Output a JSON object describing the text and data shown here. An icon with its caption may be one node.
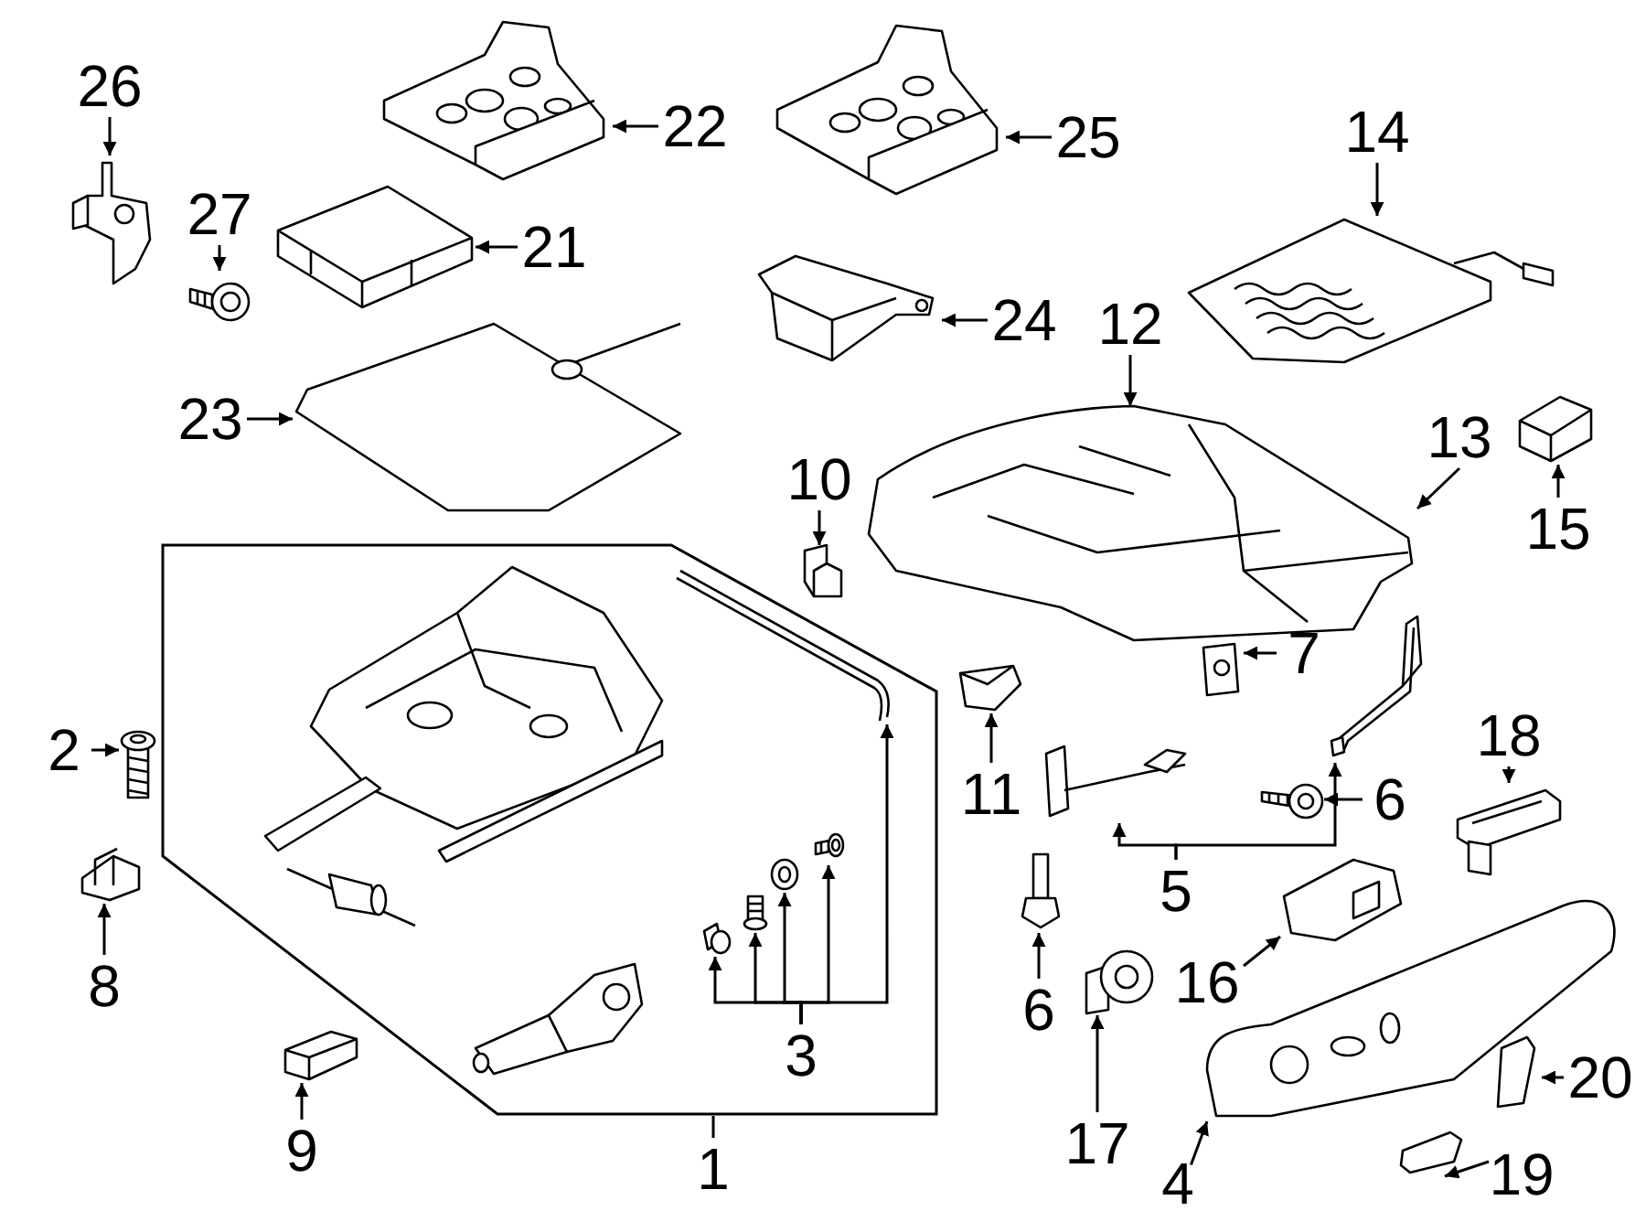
{
  "diagram": {
    "nodes": [
      {
        "text": [
          "26"
        ]
      },
      {
        "text": [],
        "shape": "picture"
      },
      {
        "text": [
          "27"
        ]
      },
      {
        "text": [],
        "shape": "picture"
      },
      {
        "text": [],
        "shape": "picture"
      },
      {
        "text": [
          "22"
        ]
      },
      {
        "text": [],
        "shape": "picture"
      },
      {
        "text": [
          "25"
        ]
      },
      {
        "text": [],
        "shape": "picture"
      },
      {
        "text": [
          "21"
        ]
      },
      {
        "text": [],
        "shape": "picture"
      },
      {
        "text": [
          "24"
        ]
      },
      {
        "text": [
          "23"
        ]
      },
      {
        "text": [],
        "shape": "picture"
      },
      {
        "text": [
          "14"
        ]
      },
      {
        "text": [],
        "shape": "picture"
      },
      {
        "text": [
          "12"
        ]
      },
      {
        "text": [
          "13"
        ]
      },
      {
        "text": [],
        "shape": "picture"
      },
      {
        "text": [
          "10"
        ]
      },
      {
        "text": [],
        "shape": "picture"
      },
      {
        "text": [],
        "shape": "picture"
      },
      {
        "text": [
          "15"
        ]
      },
      {
        "text": [],
        "shape": "box"
      },
      {
        "text": [],
        "shape": "picture",
        "in": 23
      },
      {
        "text": [],
        "shape": "picture",
        "in": 23
      },
      {
        "text": [],
        "shape": "picture",
        "in": 23
      },
      {
        "text": [],
        "shape": "picture",
        "in": 23
      },
      {
        "text": [],
        "shape": "picture",
        "in": 23
      },
      {
        "text": [],
        "shape": "picture",
        "in": 23
      },
      {
        "text": [],
        "shape": "picture",
        "in": 23
      },
      {
        "text": [],
        "shape": "picture",
        "in": 23
      },
      {
        "text": [
          "2"
        ]
      },
      {
        "text": [],
        "shape": "picture"
      },
      {
        "text": [],
        "shape": "picture"
      },
      {
        "text": [
          "8"
        ]
      },
      {
        "text": [],
        "shape": "picture"
      },
      {
        "text": [
          "9"
        ]
      },
      {
        "text": [
          "3"
        ],
        "in": 23
      },
      {
        "text": [
          "1"
        ]
      },
      {
        "text": [],
        "shape": "picture"
      },
      {
        "text": [
          "11"
        ]
      },
      {
        "text": [],
        "shape": "picture"
      },
      {
        "text": [
          "7"
        ]
      },
      {
        "text": [],
        "shape": "picture"
      },
      {
        "text": [],
        "shape": "picture"
      },
      {
        "text": [
          "5"
        ]
      },
      {
        "text": [],
        "shape": "picture"
      },
      {
        "text": [
          "6"
        ]
      },
      {
        "text": [
          "18"
        ]
      },
      {
        "text": [],
        "shape": "picture"
      },
      {
        "text": [],
        "shape": "picture"
      },
      {
        "text": [
          "6"
        ]
      },
      {
        "text": [],
        "shape": "picture"
      },
      {
        "text": [
          "16"
        ]
      },
      {
        "text": [],
        "shape": "picture"
      },
      {
        "text": [
          "17"
        ]
      },
      {
        "text": [],
        "shape": "picture"
      },
      {
        "text": [
          "4"
        ]
      },
      {
        "text": [],
        "shape": "picture"
      },
      {
        "text": [
          "20"
        ]
      },
      {
        "text": [],
        "shape": "picture"
      },
      {
        "text": [
          "19"
        ]
      }
    ],
    "edges": [
      {
        "from": 0,
        "to": 1,
        "arrow": "to"
      },
      {
        "from": 2,
        "to": 3,
        "arrow": "to"
      },
      {
        "from": 5,
        "to": 4,
        "arrow": "to"
      },
      {
        "from": 7,
        "to": 6,
        "arrow": "to"
      },
      {
        "from": 9,
        "to": 8,
        "arrow": "to"
      },
      {
        "from": 11,
        "to": 10,
        "arrow": "to"
      },
      {
        "from": 12,
        "to": 13,
        "arrow": "to"
      },
      {
        "from": 14,
        "to": 15,
        "arrow": "to"
      },
      {
        "from": 16,
        "to": 18,
        "arrow": "to"
      },
      {
        "from": 17,
        "to": 18,
        "arrow": "to"
      },
      {
        "from": 19,
        "to": 20,
        "arrow": "to"
      },
      {
        "from": 22,
        "to": 21,
        "arrow": "to"
      },
      {
        "from": 39,
        "to": 23,
        "arrow": "none"
      },
      {
        "from": 38,
        "to": 27,
        "arrow": "to"
      },
      {
        "from": 38,
        "to": 28,
        "arrow": "to"
      },
      {
        "from": 38,
        "to": 29,
        "arrow": "to"
      },
      {
        "from": 38,
        "to": 30,
        "arrow": "to"
      },
      {
        "from": 38,
        "to": 25,
        "arrow": "to"
      },
      {
        "from": 32,
        "to": 33,
        "arrow": "to"
      },
      {
        "from": 35,
        "to": 34,
        "arrow": "to"
      },
      {
        "from": 37,
        "to": 36,
        "arrow": "to"
      },
      {
        "from": 41,
        "to": 40,
        "arrow": "to"
      },
      {
        "from": 43,
        "to": 42,
        "arrow": "to"
      },
      {
        "from": 46,
        "to": 44,
        "arrow": "to"
      },
      {
        "from": 46,
        "to": 45,
        "arrow": "to"
      },
      {
        "from": 48,
        "to": 47,
        "arrow": "to"
      },
      {
        "from": 49,
        "to": 50,
        "arrow": "to"
      },
      {
        "from": 52,
        "to": 51,
        "arrow": "to"
      },
      {
        "from": 54,
        "to": 53,
        "arrow": "to"
      },
      {
        "from": 56,
        "to": 55,
        "arrow": "to"
      },
      {
        "from": 58,
        "to": 57,
        "arrow": "to"
      },
      {
        "from": 60,
        "to": 59,
        "arrow": "to"
      },
      {
        "from": 62,
        "to": 61,
        "arrow": "to"
      }
    ]
  }
}
